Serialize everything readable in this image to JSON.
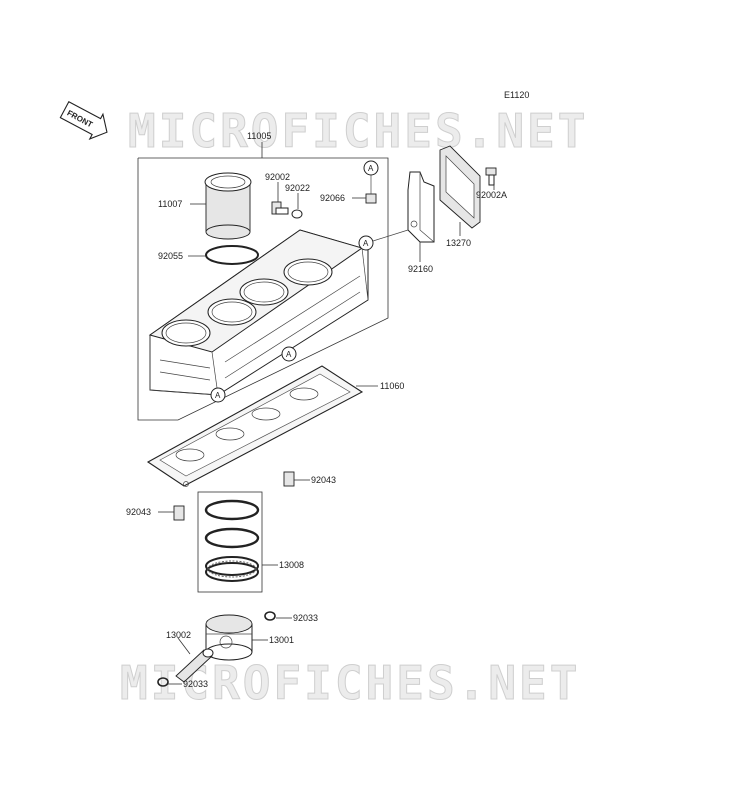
{
  "diagram_code": "E1120",
  "front_label": "FRONT",
  "watermark": "MICROFICHES.NET",
  "ref_marker": "A",
  "parts": {
    "p11005": "11005",
    "p11007": "11007",
    "p92002": "92002",
    "p92022": "92022",
    "p92066": "92066",
    "p92055": "92055",
    "p92002A": "92002A",
    "p13270": "13270",
    "p92160": "92160",
    "p11060": "11060",
    "p92043a": "92043",
    "p92043b": "92043",
    "p13008": "13008",
    "p92033a": "92033",
    "p13002": "13002",
    "p13001": "13001",
    "p92033b": "92033"
  }
}
